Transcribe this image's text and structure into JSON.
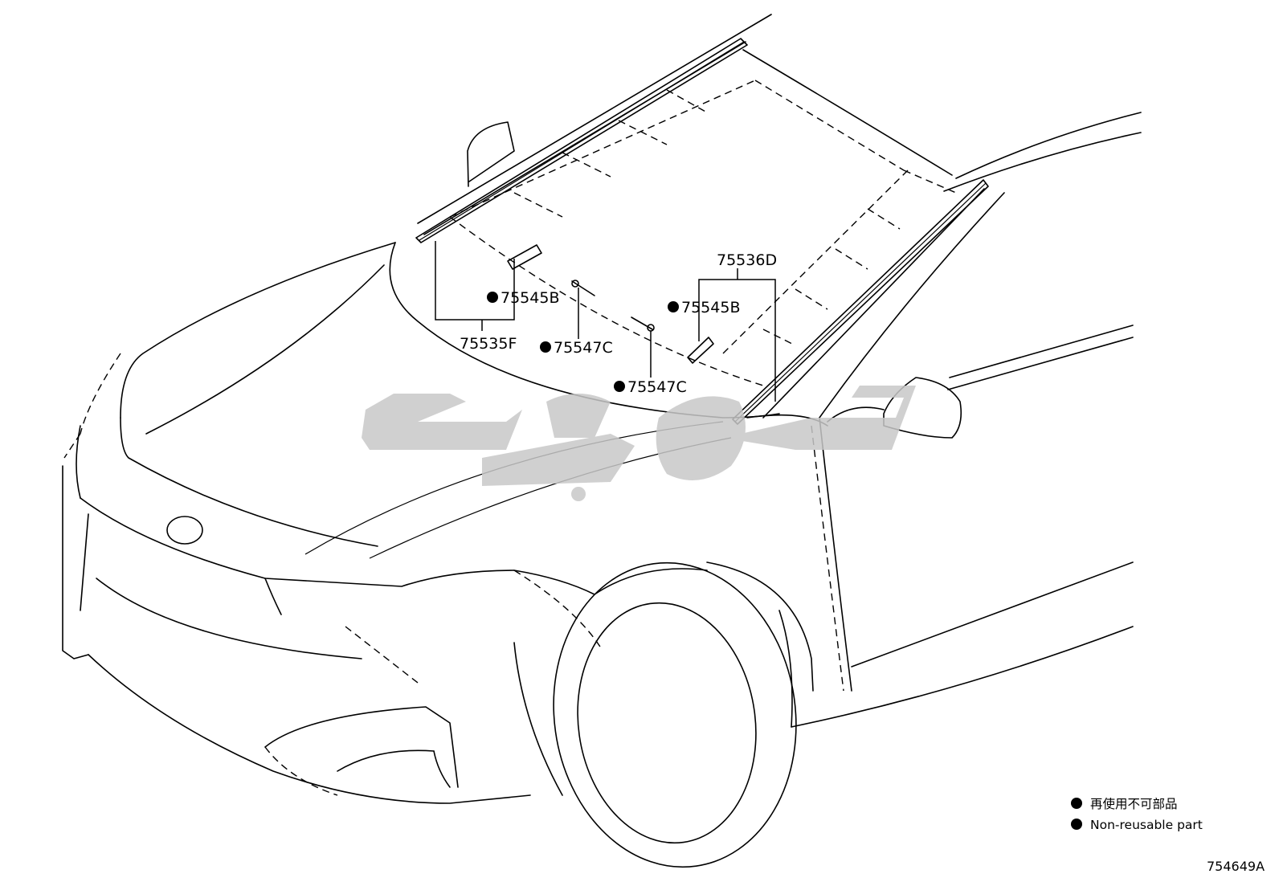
{
  "diagram": {
    "callouts": [
      {
        "id": "75535F",
        "label": "75535F",
        "non_reusable": false
      },
      {
        "id": "75545B-left",
        "label": "75545B",
        "non_reusable": true
      },
      {
        "id": "75547C-left",
        "label": "75547C",
        "non_reusable": true
      },
      {
        "id": "75536D",
        "label": "75536D",
        "non_reusable": false
      },
      {
        "id": "75545B-right",
        "label": "75545B",
        "non_reusable": true
      },
      {
        "id": "75547C-right",
        "label": "75547C",
        "non_reusable": true
      }
    ],
    "legend": {
      "japanese": "再使用不可部品",
      "english": "Non-reusable part"
    },
    "reference_code": "754649A"
  }
}
